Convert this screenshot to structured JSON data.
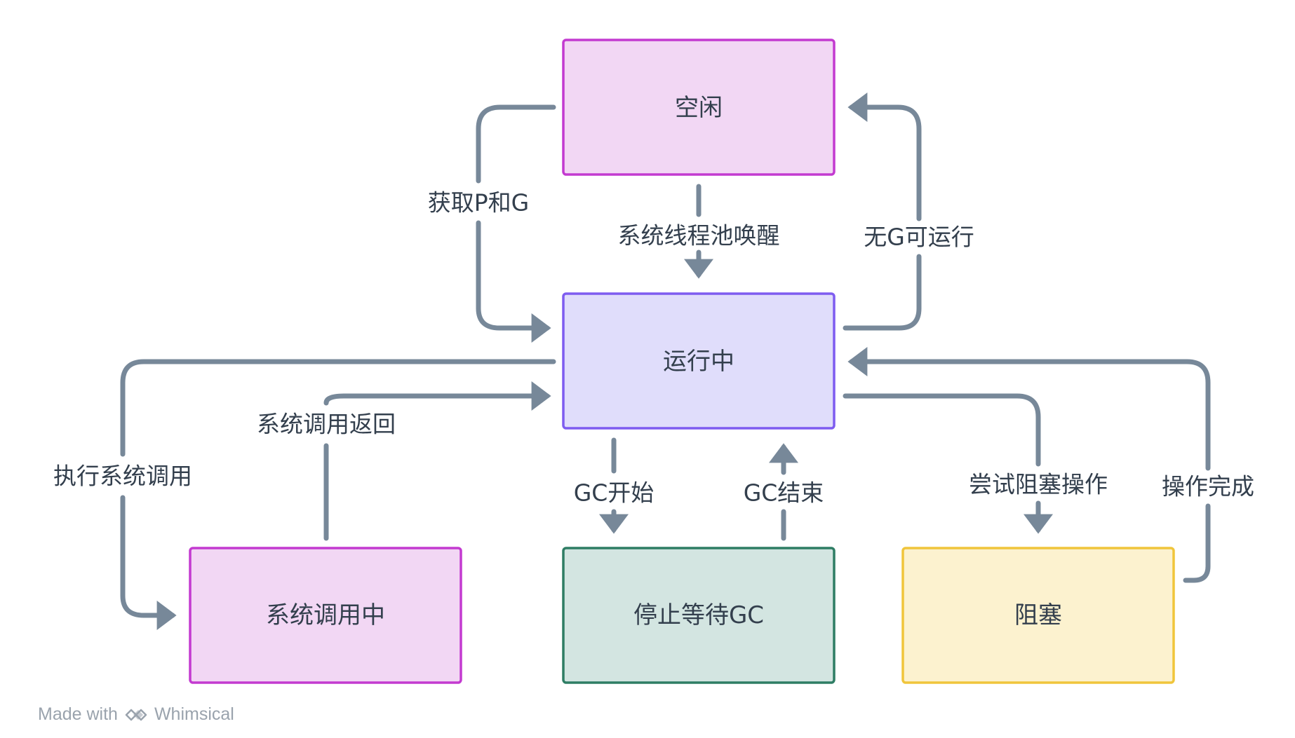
{
  "nodes": {
    "idle": "空闲",
    "running": "运行中",
    "syscall": "系统调用中",
    "gc_wait": "停止等待GC",
    "blocked": "阻塞"
  },
  "edges": {
    "acquire_p_g": "获取P和G",
    "pool_wake": "系统线程池唤醒",
    "no_g_runnable": "无G可运行",
    "syscall_return": "系统调用返回",
    "exec_syscall": "执行系统调用",
    "gc_start": "GC开始",
    "gc_end": "GC结束",
    "try_block": "尝试阻塞操作",
    "op_done": "操作完成"
  },
  "colors": {
    "edge": "#778899",
    "text": "#333f4d",
    "purple_fill": "#f2d7f4",
    "purple_stroke": "#c33ad0",
    "blue_fill": "#e0ddfb",
    "blue_stroke": "#7e5cf0",
    "green_fill": "#d3e5e1",
    "green_stroke": "#2e7d64",
    "yellow_fill": "#fcf2cf",
    "yellow_stroke": "#f0c53b"
  },
  "footer": {
    "made_with": "Made with",
    "brand": "Whimsical"
  }
}
